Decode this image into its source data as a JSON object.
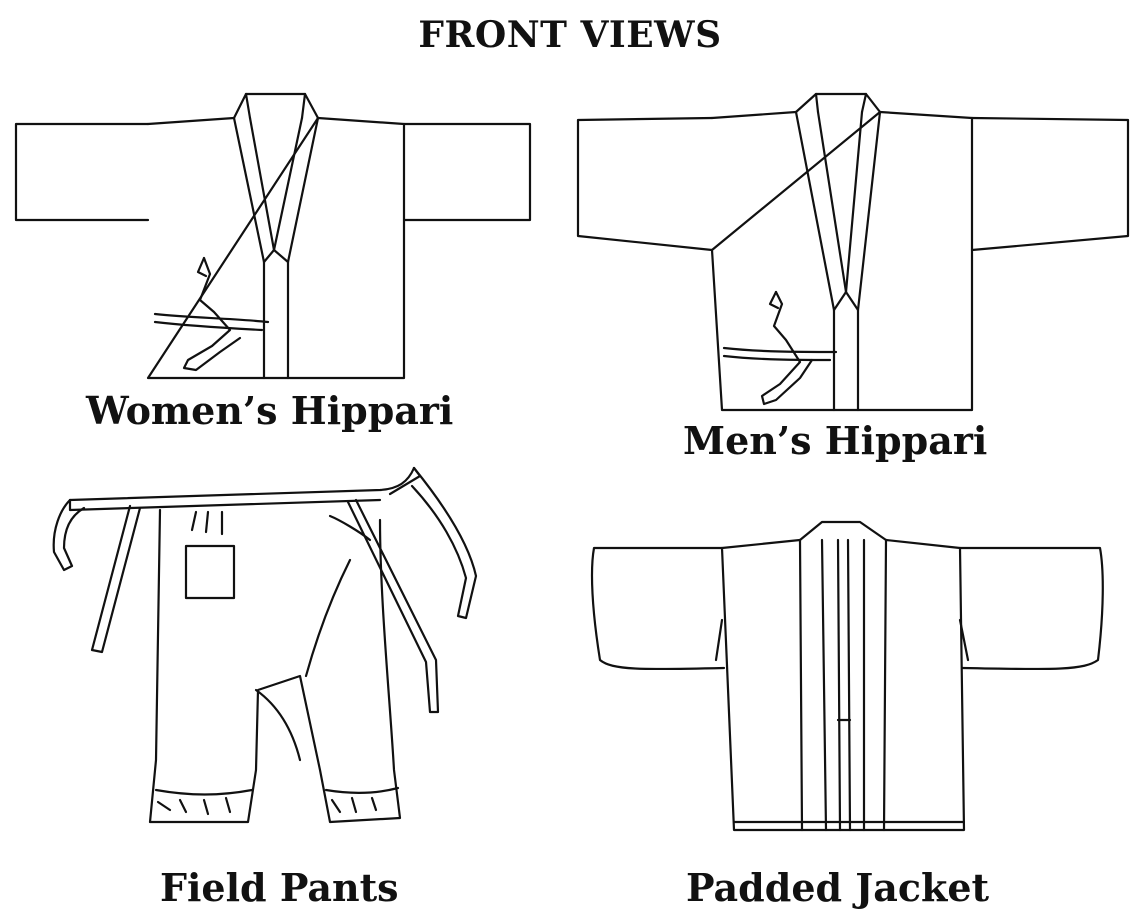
{
  "title": "FRONT VIEWS",
  "garments": [
    {
      "name": "women-hippari",
      "caption": "Women’s Hippari"
    },
    {
      "name": "men-hippari",
      "caption": "Men’s Hippari"
    },
    {
      "name": "field-pants",
      "caption": "Field Pants"
    },
    {
      "name": "padded-jacket",
      "caption": "Padded Jacket"
    }
  ]
}
